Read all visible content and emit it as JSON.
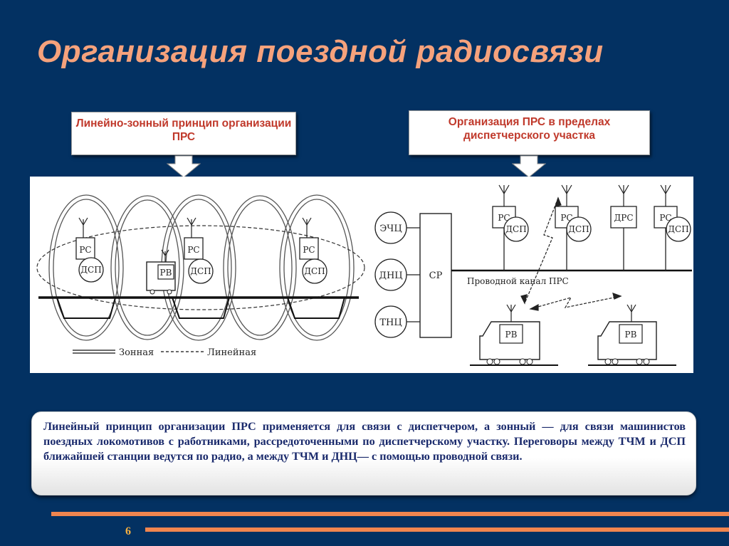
{
  "slide": {
    "title": "Организация поездной радиосвязи",
    "page_number": "6"
  },
  "callouts": {
    "left": "Линейно-зонный принцип организации ПРС",
    "right": "Организация ПРС в пределах диспетчерского участка"
  },
  "diagram_left": {
    "labels": {
      "rs": "РС",
      "dsp": "ДСП",
      "rv": "РВ"
    },
    "legend": {
      "zonal": "Зонная",
      "linear": "Линейная"
    }
  },
  "diagram_right": {
    "dispatch_units": [
      "ЭЧЦ",
      "ДНЦ",
      "ТНЦ"
    ],
    "switch_label": "СР",
    "channel_label": "Проводной канал ПРС",
    "stations": [
      {
        "top": "РС",
        "bottom": "ДСП"
      },
      {
        "top": "РС",
        "bottom": "ДСП"
      },
      {
        "top": "ДРС",
        "bottom": ""
      },
      {
        "top": "РС",
        "bottom": "ДСП"
      }
    ],
    "locomotive_label": "РВ"
  },
  "note": {
    "text": "Линейный принцип организации ПРС применяется для связи с диспетчером, а зонный — для связи машинистов поездных локомотивов с работниками, рассредоточенными по диспетчерскому участку. Переговоры между ТЧМ и ДСП ближайшей станции ведутся по радио, а между ТЧМ и ДНЦ— с помощью проводной связи."
  },
  "colors": {
    "background": "#033162",
    "title": "#f6a27c",
    "callout_text": "#c0392b",
    "note_text": "#1a2a6c",
    "footer_line": "#f0854f",
    "page_number": "#f5b041"
  }
}
